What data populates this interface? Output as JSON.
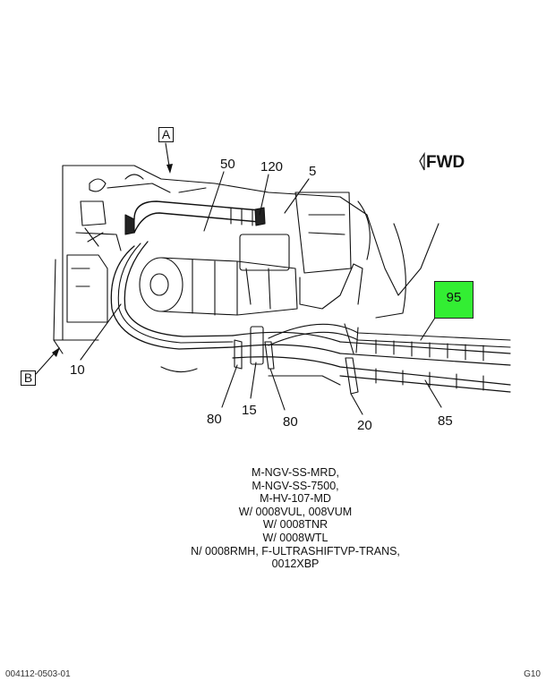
{
  "callouts": {
    "a": "A",
    "b": "B",
    "c50": "50",
    "c120": "120",
    "c5": "5",
    "c95": "95",
    "c10": "10",
    "c80a": "80",
    "c15": "15",
    "c80b": "80",
    "c20": "20",
    "c85": "85"
  },
  "fwd": "FWD",
  "notes": [
    "M-NGV-SS-MRD,",
    "M-NGV-SS-7500,",
    "M-HV-107-MD",
    "W/ 0008VUL, 008VUM",
    "W/ 0008TNR",
    "W/ 0008WTL",
    "N/ 0008RMH, F-ULTRASHIFTVP-TRANS,",
    "0012XBP"
  ],
  "footer": {
    "left": "004112-0503-01",
    "right": "G10"
  },
  "colors": {
    "highlight": "#33ee33",
    "line": "#111111"
  }
}
